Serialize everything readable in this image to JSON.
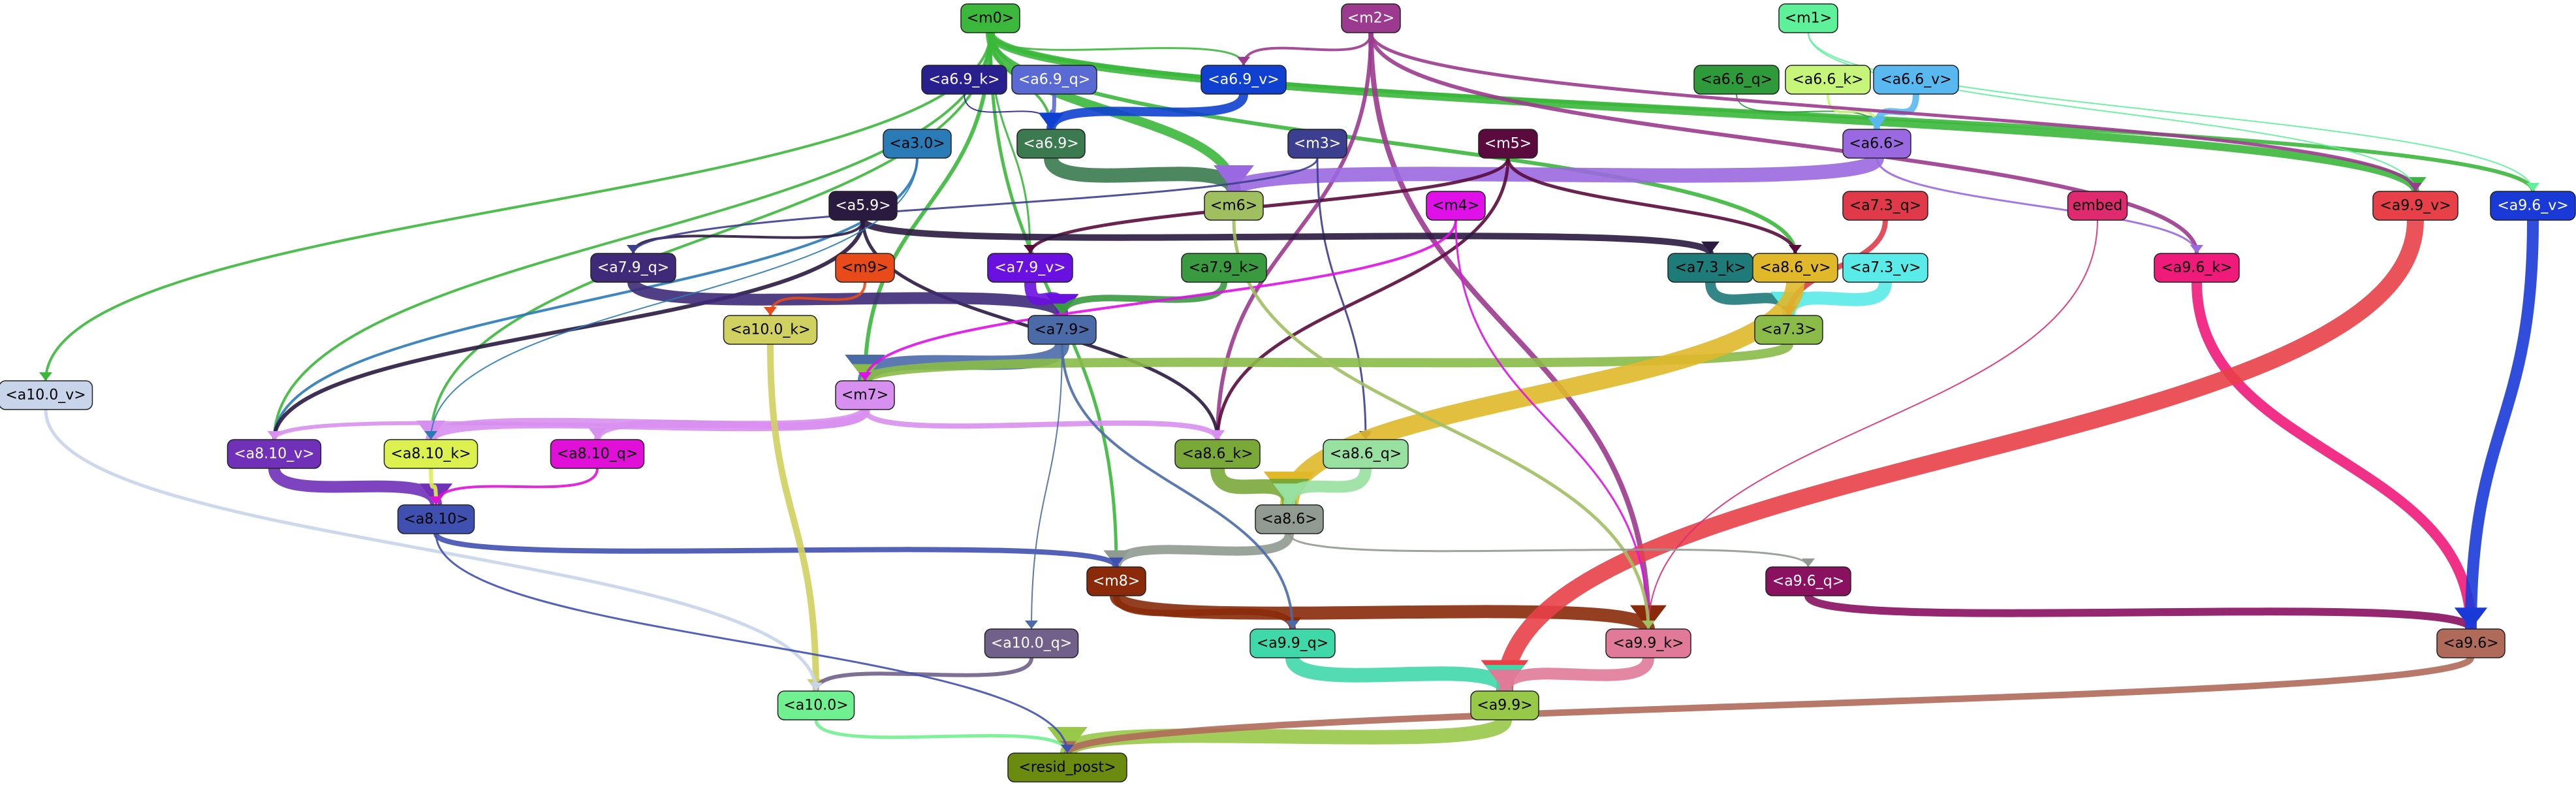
{
  "nodes": [
    {
      "id": "m0",
      "label": "<m0>",
      "fill": "#3bb83b",
      "text": "#000000"
    },
    {
      "id": "m2",
      "label": "<m2>",
      "fill": "#9b3a8e",
      "text": "#ffffff"
    },
    {
      "id": "m1",
      "label": "<m1>",
      "fill": "#5ef19a",
      "text": "#000000"
    },
    {
      "id": "a6_9_k",
      "label": "<a6.9_k>",
      "fill": "#2a1f8f",
      "text": "#ffffff"
    },
    {
      "id": "a6_9_q",
      "label": "<a6.9_q>",
      "fill": "#5a6ad4",
      "text": "#ffffff"
    },
    {
      "id": "a6_9_v",
      "label": "<a6.9_v>",
      "fill": "#1040d0",
      "text": "#ffffff"
    },
    {
      "id": "a6_6_q",
      "label": "<a6.6_q>",
      "fill": "#2e9a3a",
      "text": "#000000"
    },
    {
      "id": "a6_6_k",
      "label": "<a6.6_k>",
      "fill": "#c6f57a",
      "text": "#000000"
    },
    {
      "id": "a6_6_v",
      "label": "<a6.6_v>",
      "fill": "#5ab8f0",
      "text": "#000000"
    },
    {
      "id": "a3_0",
      "label": "<a3.0>",
      "fill": "#2a7ab8",
      "text": "#000000"
    },
    {
      "id": "a6_9",
      "label": "<a6.9>",
      "fill": "#3a7a4e",
      "text": "#ffffff"
    },
    {
      "id": "m3",
      "label": "<m3>",
      "fill": "#3c3f90",
      "text": "#ffffff"
    },
    {
      "id": "m5",
      "label": "<m5>",
      "fill": "#5a0a3c",
      "text": "#ffffff"
    },
    {
      "id": "a6_6",
      "label": "<a6.6>",
      "fill": "#9a68e0",
      "text": "#000000"
    },
    {
      "id": "a5_9",
      "label": "<a5.9>",
      "fill": "#2a1a40",
      "text": "#ffffff"
    },
    {
      "id": "m6",
      "label": "<m6>",
      "fill": "#a0bf60",
      "text": "#000000"
    },
    {
      "id": "m4",
      "label": "<m4>",
      "fill": "#e010e8",
      "text": "#000000"
    },
    {
      "id": "a7_3_q",
      "label": "<a7.3_q>",
      "fill": "#e03a4a",
      "text": "#000000"
    },
    {
      "id": "embed",
      "label": "embed",
      "fill": "#e02a70",
      "text": "#000000"
    },
    {
      "id": "a9_9_v",
      "label": "<a9.9_v>",
      "fill": "#e84048",
      "text": "#000000"
    },
    {
      "id": "a9_6_v",
      "label": "<a9.6_v>",
      "fill": "#1a3ad8",
      "text": "#ffffff"
    },
    {
      "id": "a7_9_q",
      "label": "<a7.9_q>",
      "fill": "#3e2a78",
      "text": "#ffffff"
    },
    {
      "id": "m9",
      "label": "<m9>",
      "fill": "#e84a1a",
      "text": "#000000"
    },
    {
      "id": "a7_9_v",
      "label": "<a7.9_v>",
      "fill": "#6a10e0",
      "text": "#ffffff"
    },
    {
      "id": "a7_9_k",
      "label": "<a7.9_k>",
      "fill": "#3a9a40",
      "text": "#000000"
    },
    {
      "id": "a7_3_k",
      "label": "<a7.3_k>",
      "fill": "#1f7a7a",
      "text": "#000000"
    },
    {
      "id": "a8_6_v",
      "label": "<a8.6_v>",
      "fill": "#e0b82a",
      "text": "#000000"
    },
    {
      "id": "a7_3_v",
      "label": "<a7.3_v>",
      "fill": "#5aeae8",
      "text": "#000000"
    },
    {
      "id": "a9_6_k",
      "label": "<a9.6_k>",
      "fill": "#f01a7a",
      "text": "#000000"
    },
    {
      "id": "a10_0_v",
      "label": "<a10.0_v>",
      "fill": "#c8d4ea",
      "text": "#000000"
    },
    {
      "id": "a10_0_k",
      "label": "<a10.0_k>",
      "fill": "#d0d060",
      "text": "#000000"
    },
    {
      "id": "a7_9",
      "label": "<a7.9>",
      "fill": "#4a6aa8",
      "text": "#000000"
    },
    {
      "id": "a7_3",
      "label": "<a7.3>",
      "fill": "#8aba48",
      "text": "#000000"
    },
    {
      "id": "m7",
      "label": "<m7>",
      "fill": "#d890f0",
      "text": "#000000"
    },
    {
      "id": "a8_10_v",
      "label": "<a8.10_v>",
      "fill": "#7030b8",
      "text": "#ffffff"
    },
    {
      "id": "a8_10_k",
      "label": "<a8.10_k>",
      "fill": "#dcf050",
      "text": "#000000"
    },
    {
      "id": "a8_10_q",
      "label": "<a8.10_q>",
      "fill": "#e010d8",
      "text": "#000000"
    },
    {
      "id": "a8_6_k",
      "label": "<a8.6_k>",
      "fill": "#7aa838",
      "text": "#000000"
    },
    {
      "id": "a8_6_q",
      "label": "<a8.6_q>",
      "fill": "#98e0a0",
      "text": "#000000"
    },
    {
      "id": "a8_10",
      "label": "<a8.10>",
      "fill": "#4050b0",
      "text": "#000000"
    },
    {
      "id": "a8_6",
      "label": "<a8.6>",
      "fill": "#909a90",
      "text": "#000000"
    },
    {
      "id": "m8",
      "label": "<m8>",
      "fill": "#8a2a0a",
      "text": "#ffffff"
    },
    {
      "id": "a9_6_q",
      "label": "<a9.6_q>",
      "fill": "#8a1060",
      "text": "#ffffff"
    },
    {
      "id": "a10_0_q",
      "label": "<a10.0_q>",
      "fill": "#70608a",
      "text": "#ffffff"
    },
    {
      "id": "a9_9_q",
      "label": "<a9.9_q>",
      "fill": "#40d8a8",
      "text": "#000000"
    },
    {
      "id": "a9_9_k",
      "label": "<a9.9_k>",
      "fill": "#e07a98",
      "text": "#000000"
    },
    {
      "id": "a9_6",
      "label": "<a9.6>",
      "fill": "#b06a5a",
      "text": "#000000"
    },
    {
      "id": "a10_0",
      "label": "<a10.0>",
      "fill": "#70f090",
      "text": "#000000"
    },
    {
      "id": "a9_9",
      "label": "<a9.9>",
      "fill": "#98c848",
      "text": "#000000"
    },
    {
      "id": "resid_post",
      "label": "<resid_post>",
      "fill": "#6a8a10",
      "text": "#000000"
    }
  ],
  "edges": [
    {
      "from": "m0",
      "to": "a6_9_v",
      "color": "#3bb83b",
      "weight": 3
    },
    {
      "from": "m0",
      "to": "a6_9",
      "color": "#3bb83b",
      "weight": 4
    },
    {
      "from": "m0",
      "to": "m6",
      "color": "#3bb83b",
      "weight": 14
    },
    {
      "from": "m0",
      "to": "a9_9_v",
      "color": "#3bb83b",
      "weight": 12
    },
    {
      "from": "m0",
      "to": "a9_6_v",
      "color": "#3bb83b",
      "weight": 6
    },
    {
      "from": "m0",
      "to": "a8_6_v",
      "color": "#3bb83b",
      "weight": 6
    },
    {
      "from": "m0",
      "to": "a10_0_v",
      "color": "#3bb83b",
      "weight": 4
    },
    {
      "from": "m0",
      "to": "a8_10_v",
      "color": "#3bb83b",
      "weight": 4
    },
    {
      "from": "m0",
      "to": "m7",
      "color": "#3bb83b",
      "weight": 6
    },
    {
      "from": "m0",
      "to": "m8",
      "color": "#3bb83b",
      "weight": 5
    },
    {
      "from": "m0",
      "to": "a7_9_v",
      "color": "#3bb83b",
      "weight": 3
    },
    {
      "from": "m0",
      "to": "a8_10_k",
      "color": "#3bb83b",
      "weight": 4
    },
    {
      "from": "m2",
      "to": "a6_9_v",
      "color": "#9b3a8e",
      "weight": 4
    },
    {
      "from": "m2",
      "to": "a8_6_k",
      "color": "#9b3a8e",
      "weight": 6
    },
    {
      "from": "m2",
      "to": "a9_6_k",
      "color": "#9b3a8e",
      "weight": 6
    },
    {
      "from": "m2",
      "to": "a9_9_k",
      "color": "#9b3a8e",
      "weight": 8
    },
    {
      "from": "m1",
      "to": "a9_9_v",
      "color": "#5ef19a",
      "weight": 2
    },
    {
      "from": "m1",
      "to": "a9_6_v",
      "color": "#5ef19a",
      "weight": 2
    },
    {
      "from": "a6_9_k",
      "to": "a6_9",
      "color": "#2a1f8f",
      "weight": 2
    },
    {
      "from": "a6_9_q",
      "to": "a6_9",
      "color": "#5a6ad4",
      "weight": 6
    },
    {
      "from": "a6_9_v",
      "to": "a6_9",
      "color": "#1040d0",
      "weight": 14
    },
    {
      "from": "a6_6_q",
      "to": "a6_6",
      "color": "#2e9a3a",
      "weight": 2
    },
    {
      "from": "a6_6_k",
      "to": "a6_6",
      "color": "#c6f57a",
      "weight": 4
    },
    {
      "from": "a6_6_v",
      "to": "a6_6",
      "color": "#5ab8f0",
      "weight": 10
    },
    {
      "from": "a6_9",
      "to": "m6",
      "color": "#3a7a4e",
      "weight": 22
    },
    {
      "from": "a6_6",
      "to": "m6",
      "color": "#9a68e0",
      "weight": 22
    },
    {
      "from": "a3_0",
      "to": "a8_10_v",
      "color": "#2a7ab8",
      "weight": 4
    },
    {
      "from": "m5",
      "to": "a7_9_v",
      "color": "#5a0a3c",
      "weight": 5
    },
    {
      "from": "m5",
      "to": "a8_6_v",
      "color": "#5a0a3c",
      "weight": 5
    },
    {
      "from": "m5",
      "to": "a8_6_k",
      "color": "#5a0a3c",
      "weight": 5
    },
    {
      "from": "m3",
      "to": "a8_6_q",
      "color": "#3c3f90",
      "weight": 3
    },
    {
      "from": "a5_9",
      "to": "a7_9_q",
      "color": "#2a1a40",
      "weight": 4
    },
    {
      "from": "a5_9",
      "to": "a8_10_v",
      "color": "#2a1a40",
      "weight": 6
    },
    {
      "from": "a5_9",
      "to": "a8_6_k",
      "color": "#2a1a40",
      "weight": 5
    },
    {
      "from": "a5_9",
      "to": "a7_3_k",
      "color": "#2a1a40",
      "weight": 10
    },
    {
      "from": "a7_9_q",
      "to": "a7_9",
      "color": "#3e2a78",
      "weight": 18
    },
    {
      "from": "a7_9_v",
      "to": "a7_9",
      "color": "#6a10e0",
      "weight": 18
    },
    {
      "from": "a7_9_k",
      "to": "a7_9",
      "color": "#3a9a40",
      "weight": 10
    },
    {
      "from": "a7_9",
      "to": "m7",
      "color": "#4a6aa8",
      "weight": 22
    },
    {
      "from": "a7_3_k",
      "to": "a7_3",
      "color": "#1f7a7a",
      "weight": 16
    },
    {
      "from": "a7_3_v",
      "to": "a7_3",
      "color": "#5aeae8",
      "weight": 20
    },
    {
      "from": "a7_3_q",
      "to": "a7_3",
      "color": "#e03a4a",
      "weight": 8
    },
    {
      "from": "a7_3",
      "to": "m7",
      "color": "#8aba48",
      "weight": 14
    },
    {
      "from": "m7",
      "to": "a8_10_k",
      "color": "#d890f0",
      "weight": 16
    },
    {
      "from": "m7",
      "to": "a8_10_q",
      "color": "#d890f0",
      "weight": 10
    },
    {
      "from": "m7",
      "to": "a8_6_k",
      "color": "#d890f0",
      "weight": 8
    },
    {
      "from": "m7",
      "to": "a8_10_v",
      "color": "#d890f0",
      "weight": 6
    },
    {
      "from": "a8_10_v",
      "to": "a8_10",
      "color": "#7030b8",
      "weight": 18
    },
    {
      "from": "a8_10_k",
      "to": "a8_10",
      "color": "#dcf050",
      "weight": 6
    },
    {
      "from": "a8_10_q",
      "to": "a8_10",
      "color": "#e010d8",
      "weight": 4
    },
    {
      "from": "a8_6_v",
      "to": "a8_6",
      "color": "#e0b82a",
      "weight": 28
    },
    {
      "from": "a8_6_k",
      "to": "a8_6",
      "color": "#7aa838",
      "weight": 22
    },
    {
      "from": "a8_6_q",
      "to": "a8_6",
      "color": "#98e0a0",
      "weight": 18
    },
    {
      "from": "a8_6",
      "to": "m8",
      "color": "#909a90",
      "weight": 14
    },
    {
      "from": "a8_10",
      "to": "m8",
      "color": "#4050b0",
      "weight": 8
    },
    {
      "from": "m8",
      "to": "a9_9_k",
      "color": "#8a2a0a",
      "weight": 20
    },
    {
      "from": "m8",
      "to": "a9_9_q",
      "color": "#8a2a0a",
      "weight": 10
    },
    {
      "from": "a10_0_k",
      "to": "a10_0",
      "color": "#d0d060",
      "weight": 10
    },
    {
      "from": "a10_0_q",
      "to": "a10_0",
      "color": "#70608a",
      "weight": 6
    },
    {
      "from": "a10_0_v",
      "to": "a10_0",
      "color": "#c8d4ea",
      "weight": 5
    },
    {
      "from": "a9_6_q",
      "to": "a9_6",
      "color": "#8a1060",
      "weight": 12
    },
    {
      "from": "a9_6_k",
      "to": "a9_6",
      "color": "#f01a7a",
      "weight": 16
    },
    {
      "from": "a9_6_v",
      "to": "a9_6",
      "color": "#1a3ad8",
      "weight": 18
    },
    {
      "from": "a9_9_v",
      "to": "a9_9",
      "color": "#e84048",
      "weight": 26
    },
    {
      "from": "a9_9_q",
      "to": "a9_9",
      "color": "#40d8a8",
      "weight": 22
    },
    {
      "from": "a9_9_k",
      "to": "a9_9",
      "color": "#e07a98",
      "weight": 18
    },
    {
      "from": "a9_9",
      "to": "resid_post",
      "color": "#98c848",
      "weight": 22
    },
    {
      "from": "a9_6",
      "to": "resid_post",
      "color": "#b06a5a",
      "weight": 10
    },
    {
      "from": "a10_0",
      "to": "resid_post",
      "color": "#70f090",
      "weight": 5
    },
    {
      "from": "a8_10",
      "to": "resid_post",
      "color": "#4050b0",
      "weight": 3
    },
    {
      "from": "m9",
      "to": "a10_0_k",
      "color": "#e84a1a",
      "weight": 4
    },
    {
      "from": "m4",
      "to": "a9_9_k",
      "color": "#e010e8",
      "weight": 3
    },
    {
      "from": "m4",
      "to": "m7",
      "color": "#e010e8",
      "weight": 4
    },
    {
      "from": "embed",
      "to": "a9_9_k",
      "color": "#e02a70",
      "weight": 2
    },
    {
      "from": "a7_9",
      "to": "a9_9_q",
      "color": "#4a6aa8",
      "weight": 4
    },
    {
      "from": "m6",
      "to": "a9_9_k",
      "color": "#a0bf60",
      "weight": 5
    },
    {
      "from": "a6_6",
      "to": "a9_6_k",
      "color": "#9a68e0",
      "weight": 3
    },
    {
      "from": "a8_6",
      "to": "a9_6_q",
      "color": "#909a90",
      "weight": 3
    },
    {
      "from": "a7_9",
      "to": "a10_0_q",
      "color": "#4a6aa8",
      "weight": 2
    },
    {
      "from": "a3_0",
      "to": "a8_10_k",
      "color": "#2a7ab8",
      "weight": 2
    },
    {
      "from": "m3",
      "to": "a7_9_q",
      "color": "#3c3f90",
      "weight": 3
    },
    {
      "from": "m2",
      "to": "a9_9_v",
      "color": "#9b3a8e",
      "weight": 5
    }
  ]
}
